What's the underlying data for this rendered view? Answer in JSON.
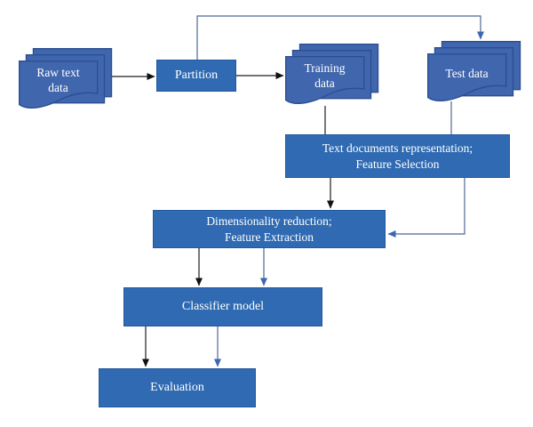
{
  "diagram_type": "flowchart",
  "colors": {
    "box_fill": "#2f6ab2",
    "box_border": "#24589d",
    "doc_fill": "#4066ae",
    "doc_border": "#2c4f93",
    "line_black": "#1f1f1f",
    "arrow_black": "#111111",
    "line_blue": "#4f6898",
    "arrow_blue": "#3b66b0",
    "label_text": "#ffffff"
  },
  "nodes": {
    "raw": {
      "label": "Raw text data",
      "shape": "document-stack",
      "lines": [
        "Raw text",
        "data"
      ]
    },
    "partition": {
      "label": "Partition",
      "shape": "process",
      "lines": [
        "Partition"
      ]
    },
    "training": {
      "label": "Training data",
      "shape": "document-stack",
      "lines": [
        "Training",
        "data"
      ]
    },
    "test": {
      "label": "Test data",
      "shape": "document-stack",
      "lines": [
        "Test data"
      ]
    },
    "textrepr": {
      "label": "Text documents representation; Feature Selection",
      "shape": "process",
      "lines": [
        "Text documents representation;",
        "Feature Selection"
      ]
    },
    "dimred": {
      "label": "Dimensionality reduction; Feature Extraction",
      "shape": "process",
      "lines": [
        "Dimensionality reduction;",
        "Feature Extraction"
      ]
    },
    "classifier": {
      "label": "Classifier model",
      "shape": "process",
      "lines": [
        "Classifier model"
      ]
    },
    "evaluation": {
      "label": "Evaluation",
      "shape": "process",
      "lines": [
        "Evaluation"
      ]
    }
  },
  "edges": [
    {
      "from": "raw",
      "to": "partition",
      "stream": "black",
      "arrowhead": true
    },
    {
      "from": "partition",
      "to": "training",
      "stream": "black",
      "arrowhead": true
    },
    {
      "from": "partition",
      "to": "test",
      "stream": "blue",
      "arrowhead": true,
      "route": "up-over-top"
    },
    {
      "from": "training",
      "to": "textrepr",
      "stream": "black",
      "arrowhead": false
    },
    {
      "from": "test",
      "to": "textrepr",
      "stream": "blue",
      "arrowhead": false
    },
    {
      "from": "textrepr",
      "to": "dimred",
      "stream": "black",
      "arrowhead": true
    },
    {
      "from": "textrepr",
      "to": "dimred",
      "stream": "blue",
      "arrowhead": true,
      "route": "down-left-into-right-side"
    },
    {
      "from": "dimred",
      "to": "classifier",
      "stream": "black",
      "arrowhead": true
    },
    {
      "from": "dimred",
      "to": "classifier",
      "stream": "blue",
      "arrowhead": true
    },
    {
      "from": "classifier",
      "to": "evaluation",
      "stream": "black",
      "arrowhead": true
    },
    {
      "from": "classifier",
      "to": "evaluation",
      "stream": "blue",
      "arrowhead": true
    }
  ]
}
